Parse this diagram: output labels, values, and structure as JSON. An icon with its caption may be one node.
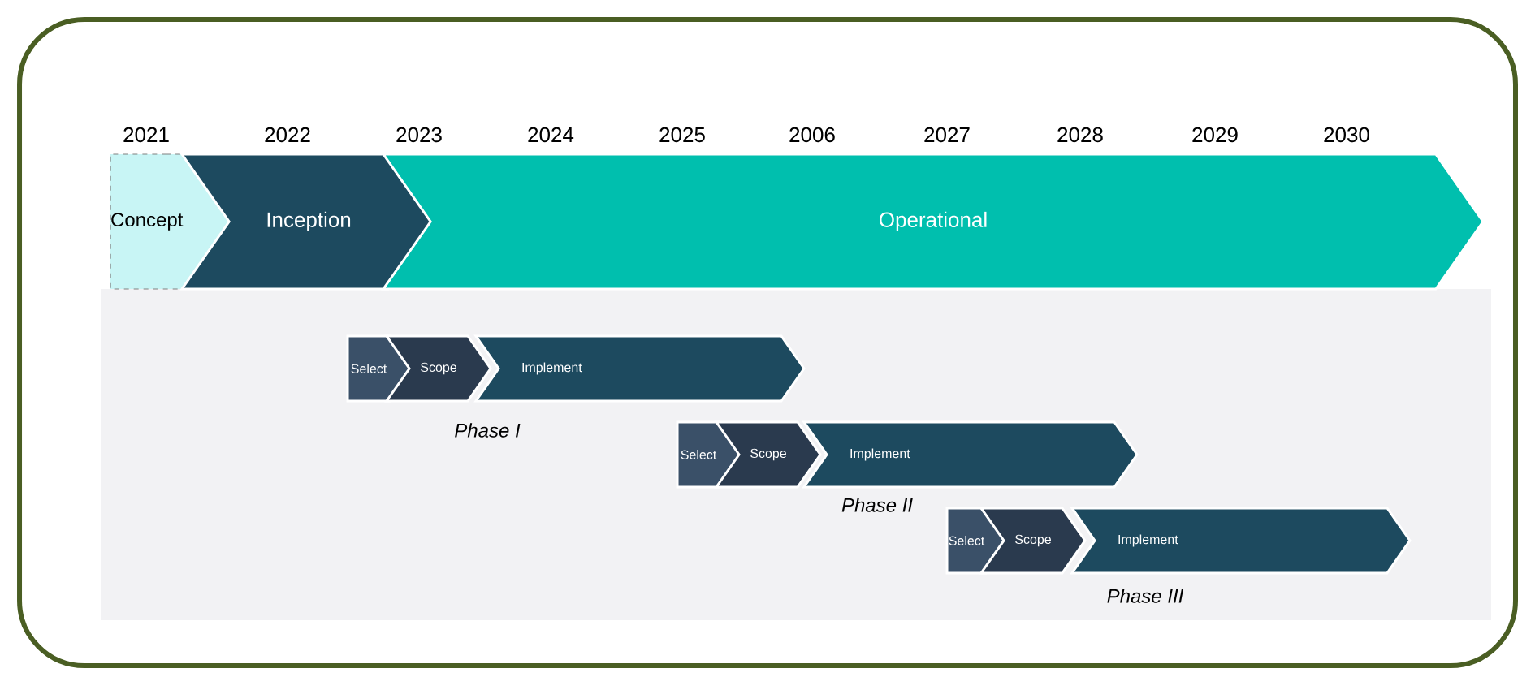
{
  "diagram": {
    "nodes": [
      {
        "text": [
          "Concept"
        ]
      },
      {
        "text": [
          "Inception"
        ]
      },
      {
        "text": [
          "Operational"
        ]
      },
      {
        "text": [
          "Select"
        ]
      },
      {
        "text": [
          "Scope"
        ]
      },
      {
        "text": [
          "Implement"
        ],
        "beside": [
          "Phase I"
        ]
      },
      {
        "text": [
          "Select"
        ]
      },
      {
        "text": [
          "Scope"
        ]
      },
      {
        "text": [
          "Implement"
        ],
        "beside": [
          "Phase II"
        ]
      },
      {
        "text": [
          "Select"
        ]
      },
      {
        "text": [
          "Scope"
        ]
      },
      {
        "text": [
          "Implement"
        ],
        "beside": [
          "Phase III"
        ]
      }
    ],
    "labels": [
      "2021",
      "2022",
      "2023",
      "2024",
      "2025",
      "2006",
      "2027",
      "2028",
      "2029",
      "2030"
    ]
  }
}
